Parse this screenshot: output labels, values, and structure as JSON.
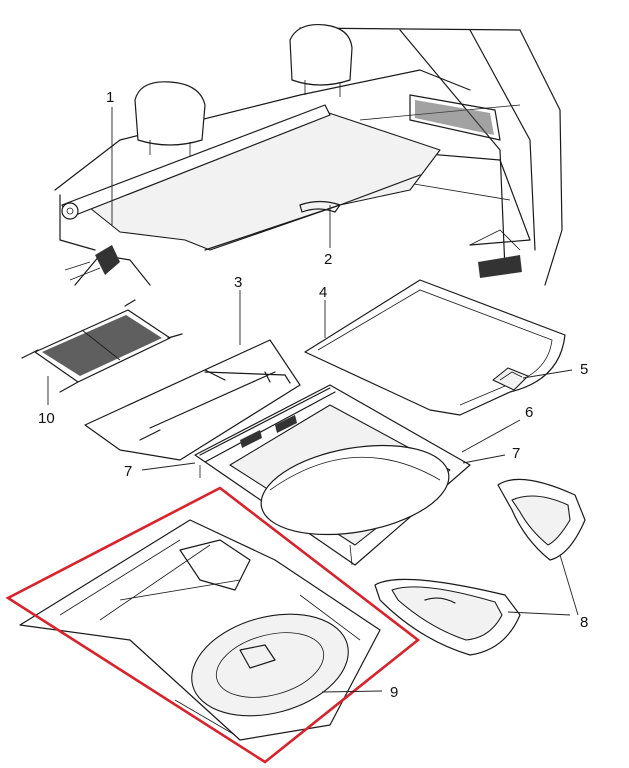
{
  "callouts": [
    {
      "id": "c1",
      "text": "1"
    },
    {
      "id": "c2",
      "text": "2"
    },
    {
      "id": "c3",
      "text": "3"
    },
    {
      "id": "c4",
      "text": "4"
    },
    {
      "id": "c5",
      "text": "5"
    },
    {
      "id": "c6",
      "text": "6"
    },
    {
      "id": "c7a",
      "text": "7"
    },
    {
      "id": "c7b",
      "text": "7"
    },
    {
      "id": "c8",
      "text": "8"
    },
    {
      "id": "c9",
      "text": "9"
    },
    {
      "id": "c10",
      "text": "10"
    }
  ],
  "colors": {
    "line": "#1a1a1a",
    "highlight": "#d9222a",
    "background": "#ffffff"
  }
}
